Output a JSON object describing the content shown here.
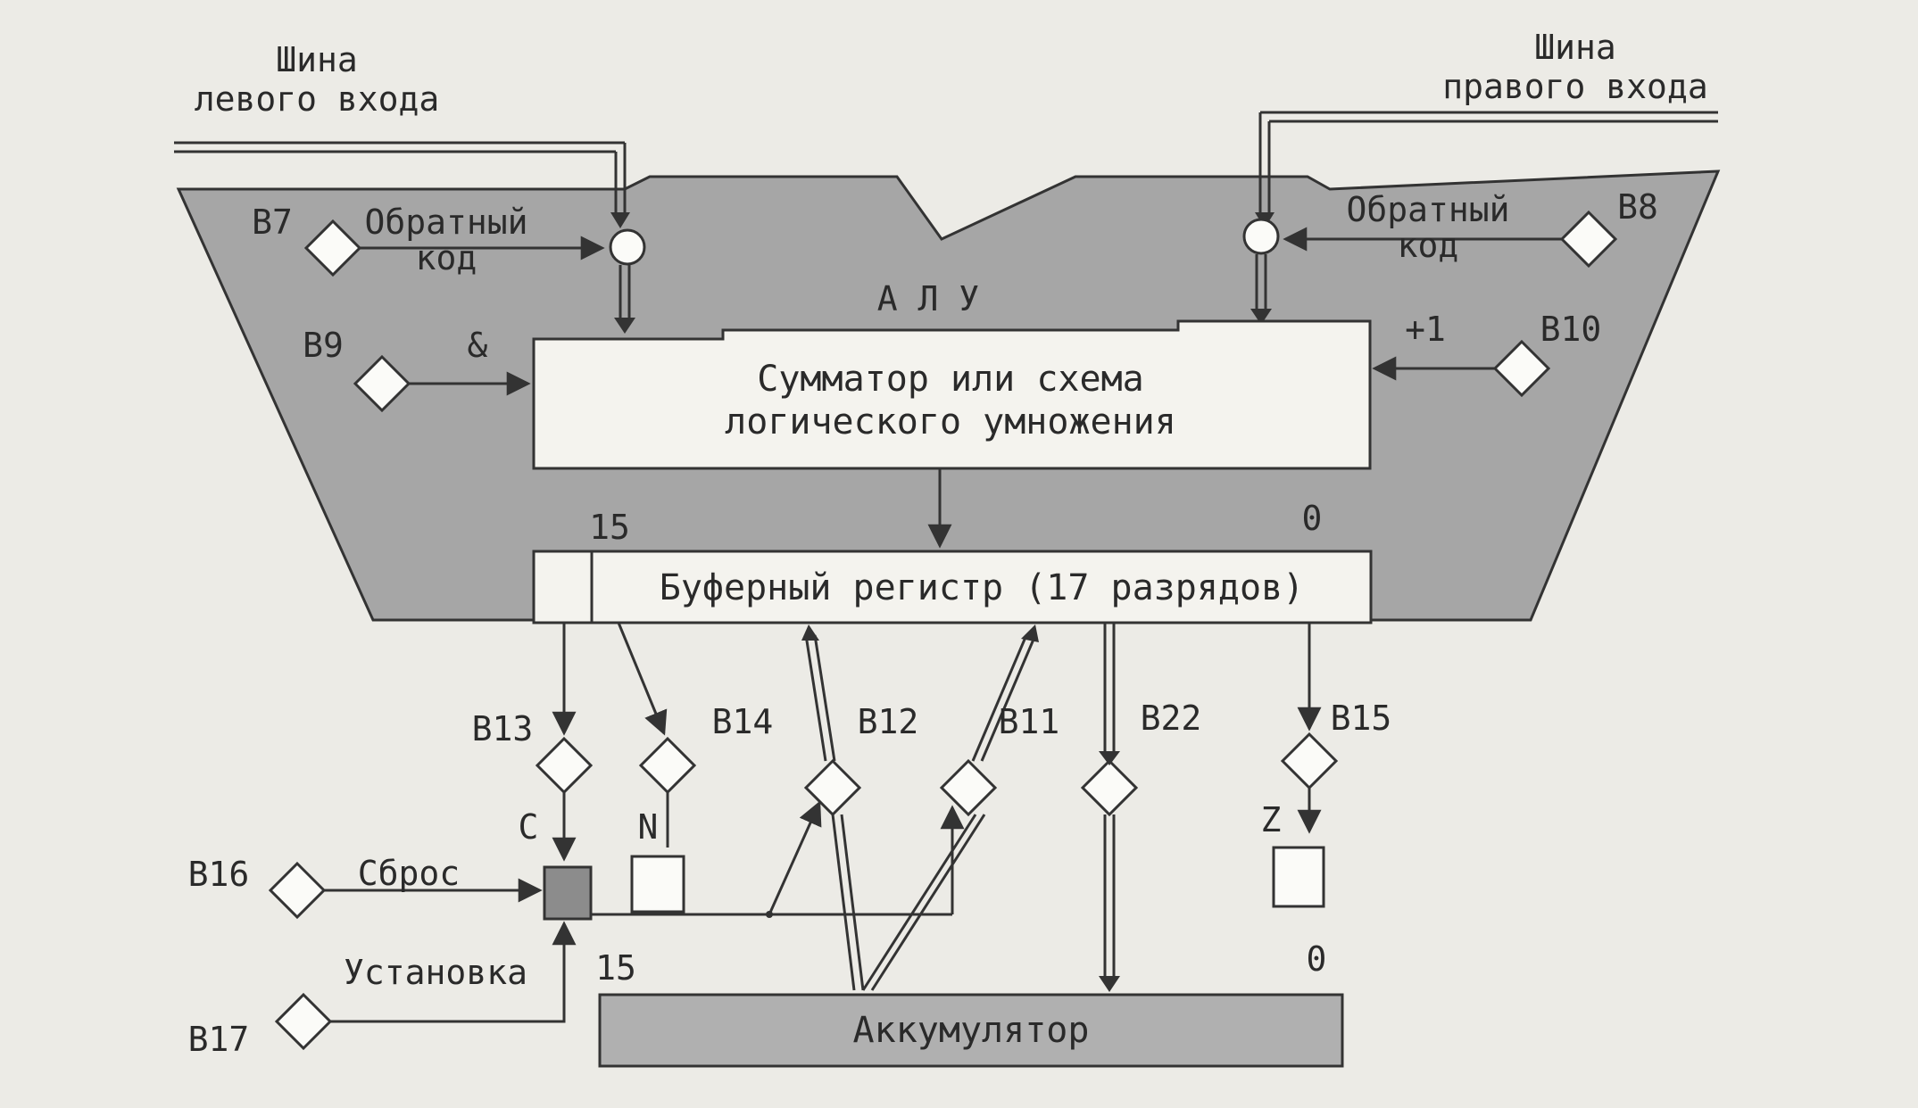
{
  "buses": {
    "left": "Шина\nлевого входа",
    "right": "Шина\nправого входа"
  },
  "alu_label": "А Л У",
  "inverse_code": "Обратный\nкод",
  "and_symbol": "&",
  "plus_one": "+1",
  "adder": "Сумматор или схема\nлогического умножения",
  "buffer_register": "Буферный регистр (17 разрядов)",
  "accumulator": "Аккумулятор",
  "bit_high": "15",
  "bit_low": "0",
  "reset": "Сброс",
  "set": "Установка",
  "flags": {
    "carry": "C",
    "negative": "N",
    "zero": "Z"
  },
  "signals": {
    "b7": "B7",
    "b8": "B8",
    "b9": "B9",
    "b10": "B10",
    "b11": "B11",
    "b12": "B12",
    "b13": "B13",
    "b14": "B14",
    "b15": "B15",
    "b16": "B16",
    "b17": "B17",
    "b22": "B22"
  },
  "colors": {
    "alu_fill": "#a6a6a6",
    "flag_fill": "#8c8c8c",
    "accumulator_fill": "#b0b0b0",
    "line": "#333333"
  }
}
